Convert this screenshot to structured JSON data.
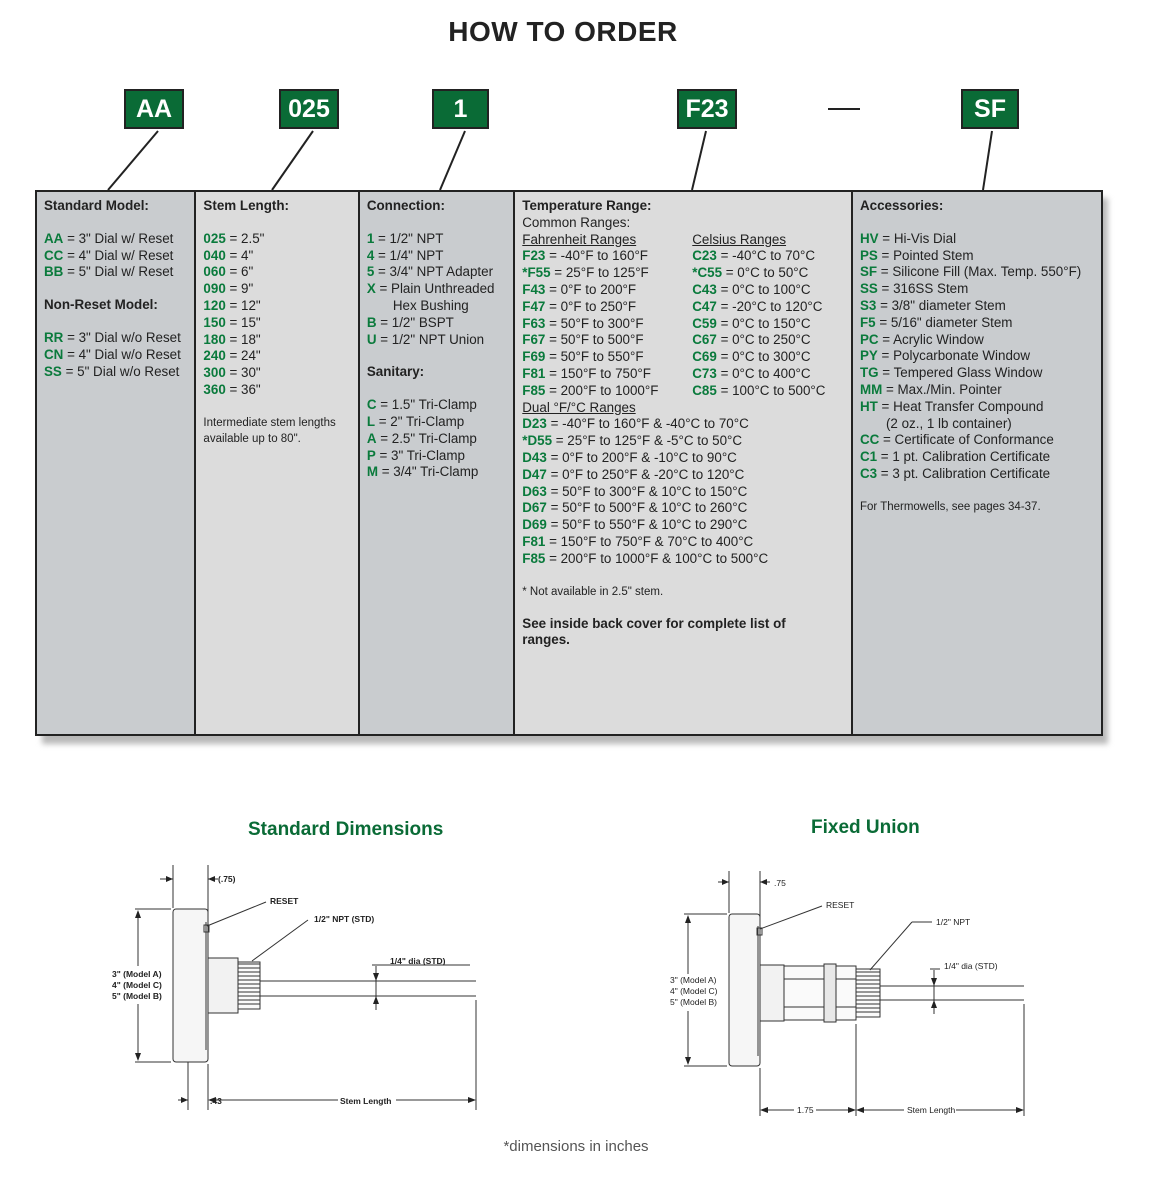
{
  "title": "HOW TO ORDER",
  "codes": [
    "AA",
    "025",
    "1",
    "F23",
    "SF"
  ],
  "columns": {
    "model": {
      "header": "Standard Model:",
      "standard": [
        {
          "code": "AA",
          "text": " = 3\" Dial w/ Reset"
        },
        {
          "code": "CC",
          "text": " = 4\" Dial w/ Reset"
        },
        {
          "code": "BB",
          "text": " = 5\" Dial w/ Reset"
        }
      ],
      "nonreset_header": "Non-Reset Model:",
      "nonreset": [
        {
          "code": "RR",
          "text": " = 3\" Dial w/o Reset"
        },
        {
          "code": "CN",
          "text": " = 4\" Dial w/o Reset"
        },
        {
          "code": "SS",
          "text": " = 5\" Dial w/o Reset"
        }
      ]
    },
    "stem": {
      "header": "Stem Length:",
      "items": [
        {
          "code": "025",
          "text": " = 2.5\""
        },
        {
          "code": "040",
          "text": " = 4\""
        },
        {
          "code": "060",
          "text": " = 6\""
        },
        {
          "code": "090",
          "text": " = 9\""
        },
        {
          "code": "120",
          "text": " = 12\""
        },
        {
          "code": "150",
          "text": " = 15\""
        },
        {
          "code": "180",
          "text": " = 18\""
        },
        {
          "code": "240",
          "text": " = 24\""
        },
        {
          "code": "300",
          "text": " = 30\""
        },
        {
          "code": "360",
          "text": " = 36\""
        }
      ],
      "note_line1": "Intermediate stem lengths",
      "note_line2": "available up to 80\"."
    },
    "connection": {
      "header": "Connection:",
      "items": [
        {
          "code": "1",
          "text": " = 1/2\" NPT"
        },
        {
          "code": "4",
          "text": " = 1/4\" NPT"
        },
        {
          "code": "5",
          "text": " = 3/4\" NPT Adapter"
        },
        {
          "code": "X",
          "text": " = Plain Unthreaded"
        }
      ],
      "x_cont": "Hex Bushing",
      "items2": [
        {
          "code": "B",
          "text": " = 1/2\" BSPT"
        },
        {
          "code": "U",
          "text": " = 1/2\" NPT Union"
        }
      ],
      "sanitary_header": "Sanitary:",
      "sanitary": [
        {
          "code": "C",
          "text": " = 1.5\" Tri-Clamp"
        },
        {
          "code": "L",
          "text": " = 2\" Tri-Clamp"
        },
        {
          "code": "A",
          "text": " = 2.5\" Tri-Clamp"
        },
        {
          "code": "P",
          "text": " = 3\" Tri-Clamp"
        },
        {
          "code": "M",
          "text": " = 3/4\" Tri-Clamp"
        }
      ]
    },
    "temp": {
      "header": "Temperature Range:",
      "common": "Common Ranges:",
      "f_header": "Fahrenheit  Ranges",
      "c_header": "Celsius Ranges",
      "f_items": [
        {
          "code": "F23",
          "text": " = -40°F to 160°F"
        },
        {
          "code": "*F55",
          "text": " = 25°F to 125°F"
        },
        {
          "code": "F43",
          "text": " = 0°F to 200°F"
        },
        {
          "code": "F47",
          "text": " = 0°F to 250°F"
        },
        {
          "code": "F63",
          "text": " = 50°F to 300°F"
        },
        {
          "code": "F67",
          "text": " = 50°F to 500°F"
        },
        {
          "code": "F69",
          "text": " = 50°F to 550°F"
        },
        {
          "code": "F81",
          "text": " = 150°F to 750°F"
        },
        {
          "code": "F85",
          "text": " = 200°F to 1000°F"
        }
      ],
      "c_items": [
        {
          "code": "C23",
          "text": " = -40°C to 70°C"
        },
        {
          "code": "*C55",
          "text": " = 0°C to 50°C"
        },
        {
          "code": "C43",
          "text": " = 0°C to 100°C"
        },
        {
          "code": "C47",
          "text": " = -20°C to 120°C"
        },
        {
          "code": "C59",
          "text": " = 0°C to 150°C"
        },
        {
          "code": "C67",
          "text": " = 0°C to 250°C"
        },
        {
          "code": "C69",
          "text": " = 0°C to 300°C"
        },
        {
          "code": "C73",
          "text": " = 0°C to 400°C"
        },
        {
          "code": "C85",
          "text": " = 100°C to 500°C"
        }
      ],
      "dual_header": "Dual °F/°C Ranges",
      "dual_items": [
        {
          "code": "D23",
          "text": " = -40°F to 160°F & -40°C to 70°C"
        },
        {
          "code": "*D55",
          "text": " = 25°F to 125°F & -5°C to 50°C"
        },
        {
          "code": "D43",
          "text": " = 0°F to 200°F & -10°C to 90°C"
        },
        {
          "code": "D47",
          "text": " = 0°F to 250°F & -20°C to 120°C"
        },
        {
          "code": "D63",
          "text": " = 50°F to 300°F & 10°C to 150°C"
        },
        {
          "code": "D67",
          "text": " = 50°F to 500°F & 10°C to 260°C"
        },
        {
          "code": "D69",
          "text": " = 50°F to 550°F  & 10°C to 290°C"
        },
        {
          "code": "F81",
          "text": " = 150°F to 750°F & 70°C to 400°C"
        },
        {
          "code": "F85",
          "text": " = 200°F to 1000°F & 100°C to 500°C"
        }
      ],
      "footnote": "* Not available in 2.5\" stem.",
      "note_line1": "See inside back cover for complete list of",
      "note_line2": "ranges."
    },
    "accessories": {
      "header": "Accessories:",
      "items": [
        {
          "code": "HV",
          "text": " = Hi-Vis Dial"
        },
        {
          "code": "PS",
          "text": " = Pointed Stem"
        },
        {
          "code": "SF",
          "text": " = Silicone Fill (Max. Temp. 550°F)"
        },
        {
          "code": "SS",
          "text": " = 316SS Stem"
        },
        {
          "code": "S3",
          "text": " = 3/8\" diameter Stem"
        },
        {
          "code": "F5",
          "text": " = 5/16\" diameter  Stem"
        },
        {
          "code": "PC",
          "text": " = Acrylic Window"
        },
        {
          "code": "PY",
          "text": " = Polycarbonate Window"
        },
        {
          "code": "TG",
          "text": " = Tempered Glass Window"
        },
        {
          "code": "MM",
          "text": " = Max./Min. Pointer"
        },
        {
          "code": "HT",
          "text": " = Heat Transfer Compound"
        }
      ],
      "ht_cont": "(2 oz., 1 lb container)",
      "items2": [
        {
          "code": "CC",
          "text": " = Certificate of Conformance"
        },
        {
          "code": "C1",
          "text": " = 1 pt. Calibration Certificate"
        },
        {
          "code": "C3",
          "text": " = 3 pt. Calibration Certificate"
        }
      ],
      "note": "For Thermowells, see pages 34-37."
    }
  },
  "diagrams": {
    "standard": {
      "title": "Standard Dimensions",
      "dim_top": "(.75)",
      "reset": "RESET",
      "npt": "1/2\" NPT (STD)",
      "dia": "1/4\" dia (STD)",
      "model_a": "3\" (Model A)",
      "model_c": "4\" (Model C)",
      "model_b": "5\" (Model B)",
      "dim_bottom": ".43",
      "stem_length": "Stem Length"
    },
    "union": {
      "title": "Fixed Union",
      "dim_top": ".75",
      "reset": "RESET",
      "npt": "1/2\" NPT",
      "dia": "1/4\" dia (STD)",
      "model_a": "3\" (Model A)",
      "model_c": "4\" (Model C)",
      "model_b": "5\" (Model B)",
      "dim_bottom": "1.75",
      "stem_length": "Stem Length"
    }
  },
  "footer": "*dimensions in inches",
  "colors": {
    "accent": "#0a6b36",
    "code_text": "#0a7a3c",
    "col_dark": "#c9cccf",
    "col_light": "#dcdcdc"
  }
}
